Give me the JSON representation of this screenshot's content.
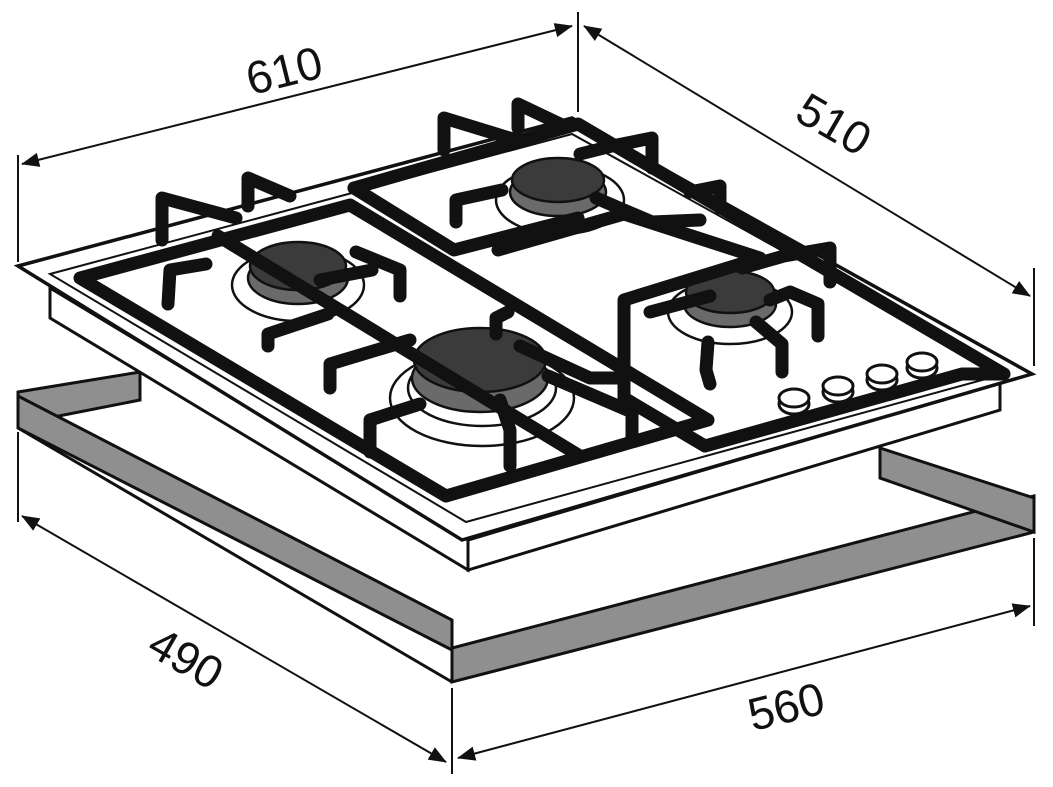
{
  "colors": {
    "ink": "#111111",
    "background": "#ffffff",
    "cutout": "#8f8f8f",
    "burner_cap": "#3b3b3b",
    "burner_ring": "#6a6a6a"
  },
  "dimensions": {
    "width_top": "610",
    "depth_top": "510",
    "cutout_depth": "490",
    "cutout_width": "560"
  },
  "elements": {
    "burners": 4,
    "control_knobs": 4
  }
}
